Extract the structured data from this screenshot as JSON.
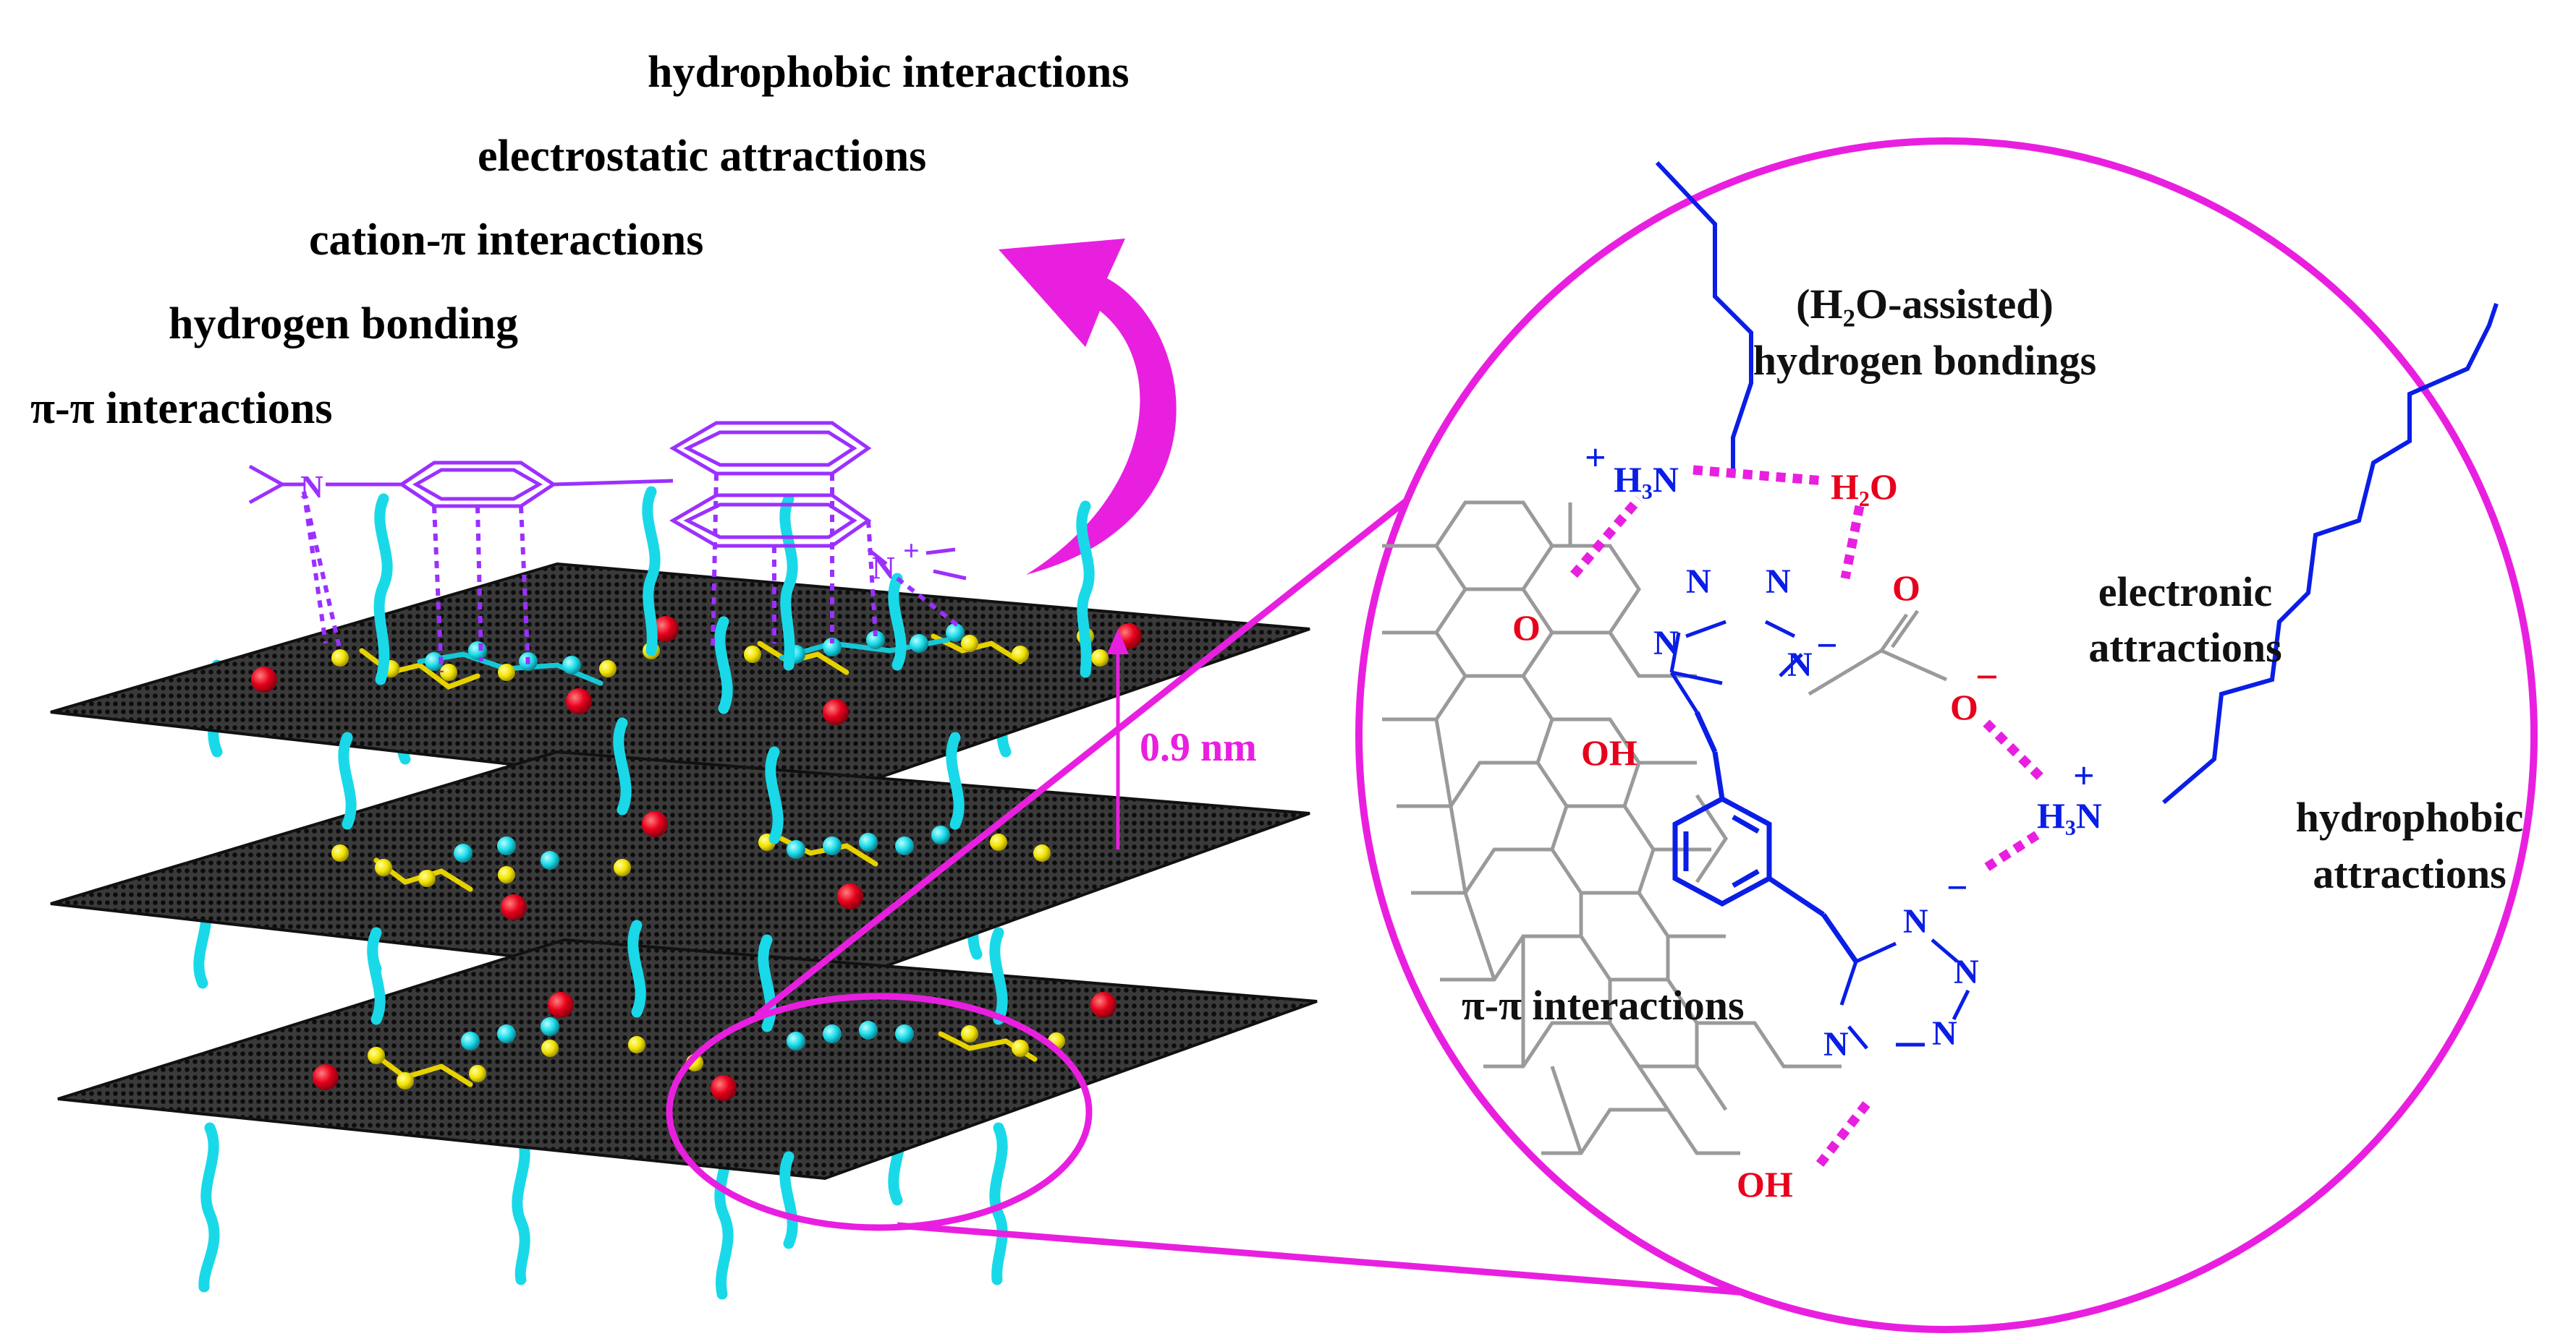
{
  "interaction_list": [
    "hydrophobic interactions",
    "electrostatic attractions",
    "cation-π interactions",
    "hydrogen bonding",
    "π-π interactions"
  ],
  "spacing_label": "0.9 nm",
  "zoom": {
    "hbond_label_line1": "(H₂O-assisted)",
    "hbond_label_line2": "hydrogen bondings",
    "electronic_line1": "electronic",
    "electronic_line2": "attractions",
    "hydrophobic_line1": "hydrophobic",
    "hydrophobic_line2": "attractions",
    "pipi_label": "π-π interactions",
    "h3n_top_plus": "+",
    "h3n_top": "H₃N",
    "h3n_right_plus": "+",
    "h3n_right": "H₃N",
    "water": "H₂O",
    "epoxide_o": "O",
    "oh_mid": "OH",
    "oh_bottom": "OH",
    "carbonyl_o": "O",
    "carboxylate_o": "O",
    "carboxylate_minus": "−",
    "tz1_n_a": "N",
    "tz1_n_b": "N",
    "tz1_n_c": "N",
    "tz1_n_d": "N",
    "tz1_minus": "−",
    "tz2_n_a": "N",
    "tz2_n_b": "N",
    "tz2_n_c": "N",
    "tz2_n_d": "N",
    "tz2_minus": "−"
  },
  "dye_n_left": "N",
  "dye_n_right": "N",
  "dye_plus": "+",
  "colors": {
    "magenta": "#e91fe0",
    "purple": "#9b30ff",
    "blue": "#0a1ee6",
    "red": "#e8001c",
    "cyan": "#19d9e8",
    "yellow": "#f2e200",
    "graphene": "#222222",
    "lattice": "#9a9a9a"
  }
}
